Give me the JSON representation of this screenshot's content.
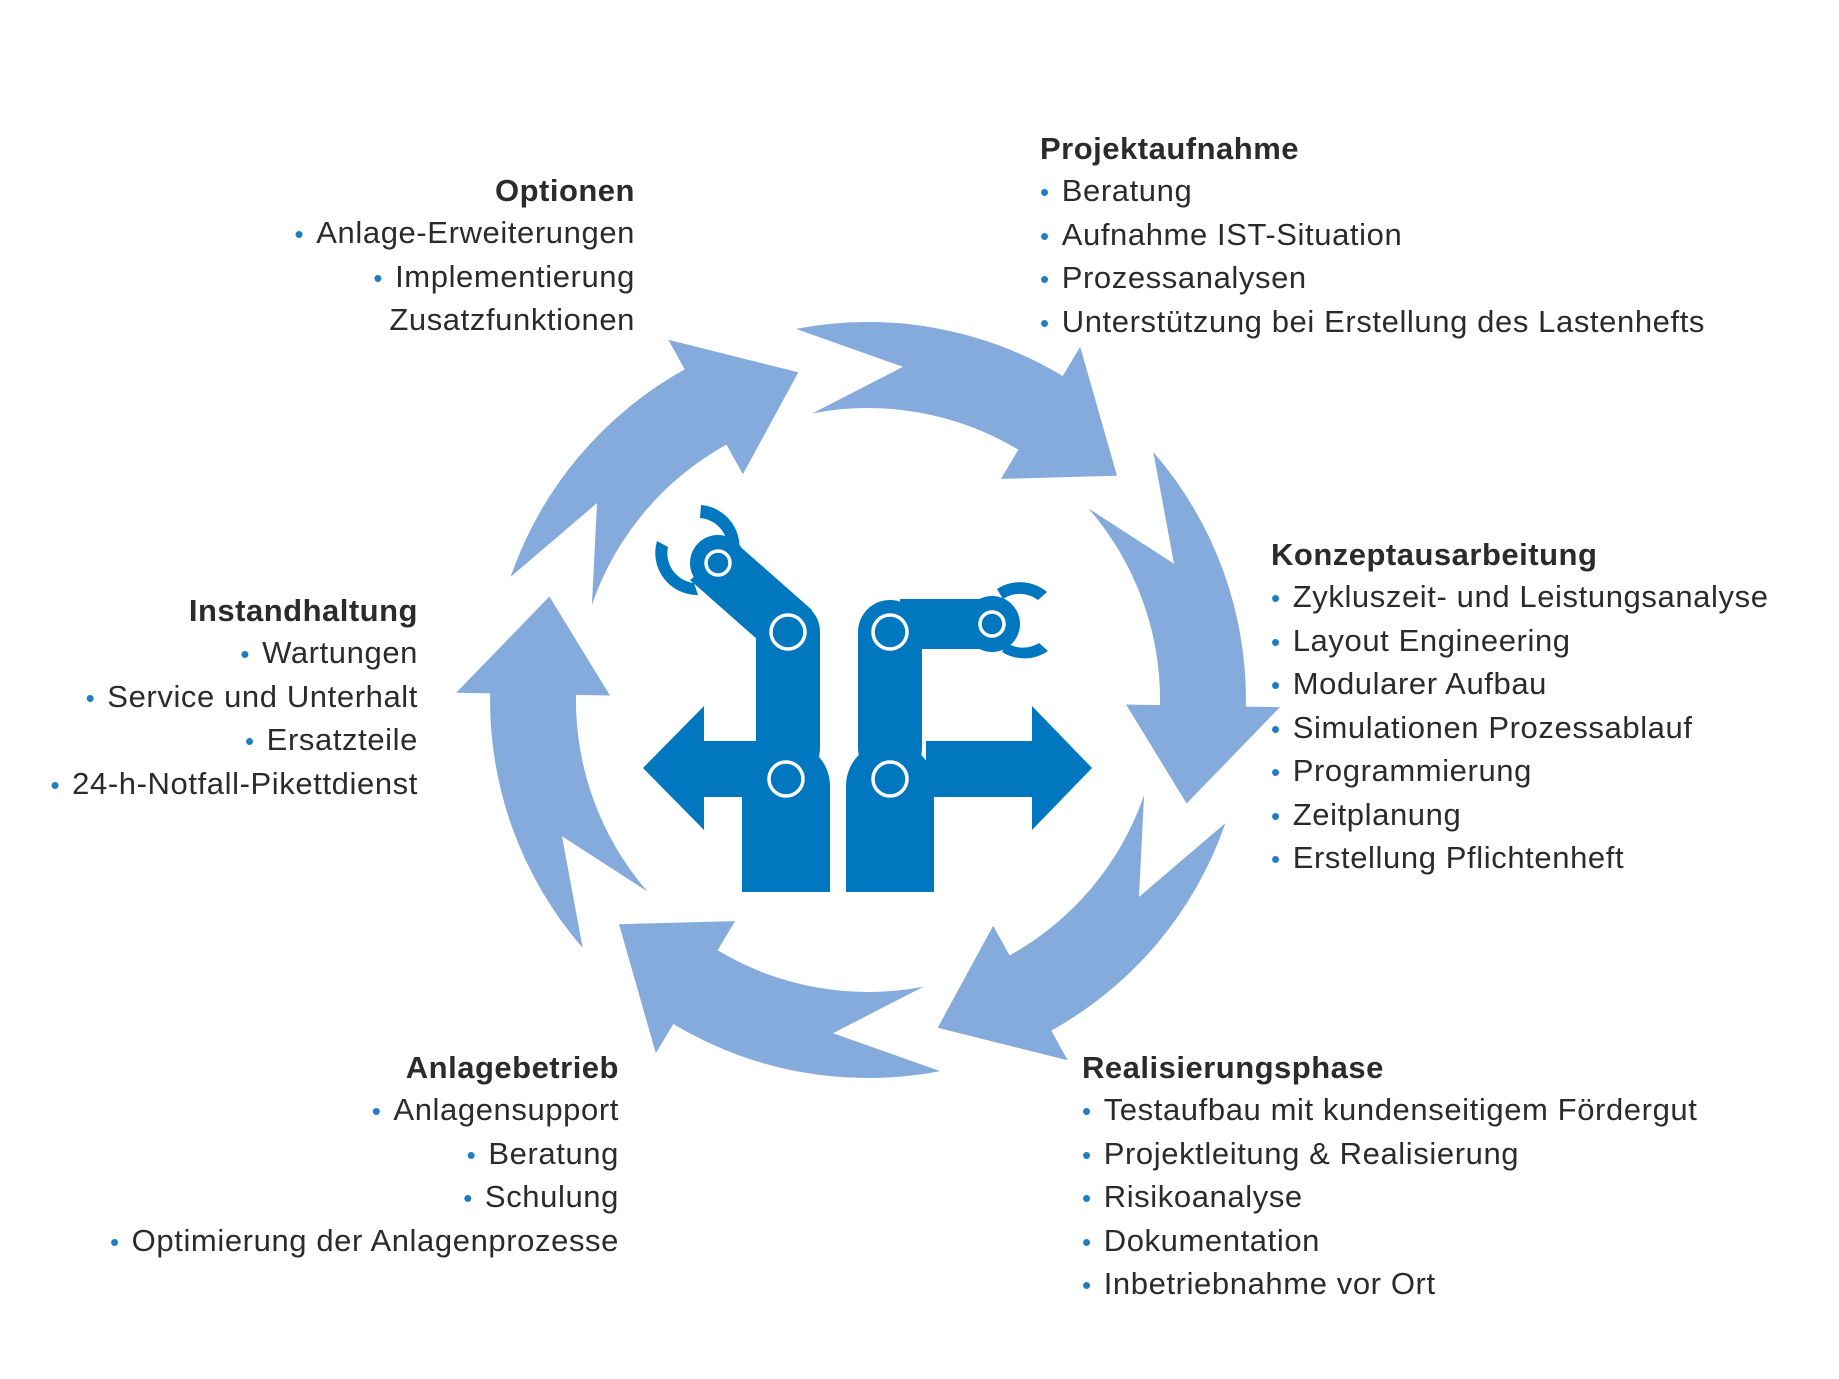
{
  "colors": {
    "cycle_arrow": "#85abdc",
    "robot_blue": "#0077be",
    "text": "#2b2b2b",
    "bullet": "#1f7fc2"
  },
  "center_icon": "robot-arms-icon",
  "phases": [
    {
      "id": "projektaufnahme",
      "title": "Projektaufnahme",
      "items": [
        "Beratung",
        "Aufnahme IST-Situation",
        "Prozessanalysen",
        "Unterstützung bei Erstellung des Lastenhefts"
      ]
    },
    {
      "id": "konzeptausarbeitung",
      "title": "Konzeptausarbeitung",
      "items": [
        "Zykluszeit- und Leistungsanalyse",
        "Layout Engineering",
        "Modularer Aufbau",
        "Simulationen Prozessablauf",
        "Programmierung",
        "Zeitplanung",
        "Erstellung Pflichtenheft"
      ]
    },
    {
      "id": "realisierungsphase",
      "title": "Realisierungsphase",
      "items": [
        "Testaufbau mit kundenseitigem Fördergut",
        "Projektleitung & Realisierung",
        "Risikoanalyse",
        "Dokumentation",
        "Inbetriebnahme vor Ort"
      ]
    },
    {
      "id": "anlagebetrieb",
      "title": "Anlagebetrieb",
      "items": [
        "Anlagensupport",
        "Beratung",
        "Schulung",
        "Optimierung der Anlagenprozesse"
      ]
    },
    {
      "id": "instandhaltung",
      "title": "Instandhaltung",
      "items": [
        "Wartungen",
        "Service und Unterhalt",
        "Ersatzteile",
        "24-h-Notfall-Pikettdienst"
      ]
    },
    {
      "id": "optionen",
      "title": "Optionen",
      "items": [
        "Anlage-Erweiterungen",
        "Implementierung",
        "Zusatzfunktionen"
      ]
    }
  ]
}
